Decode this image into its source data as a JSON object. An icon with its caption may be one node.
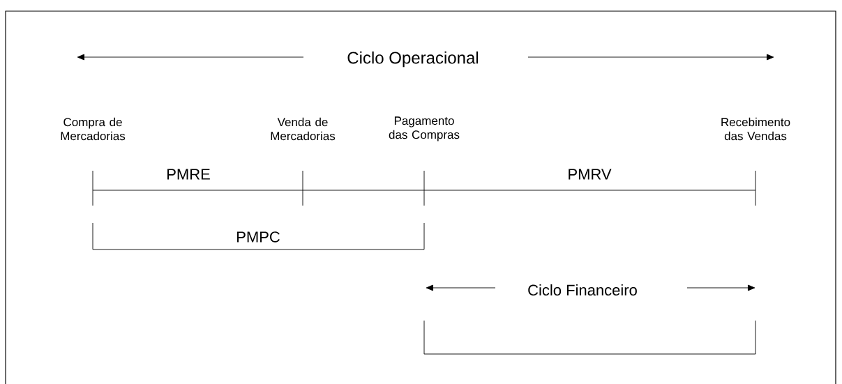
{
  "diagram": {
    "labels": [
      "Ciclo Operacional",
      "Compra de Mercadorias",
      "Venda de Mercadorias",
      "Pagamento das Compras",
      "Recebimento das Vendas",
      "PMRE",
      "PMRV",
      "PMPC",
      "Ciclo Financeiro"
    ]
  }
}
